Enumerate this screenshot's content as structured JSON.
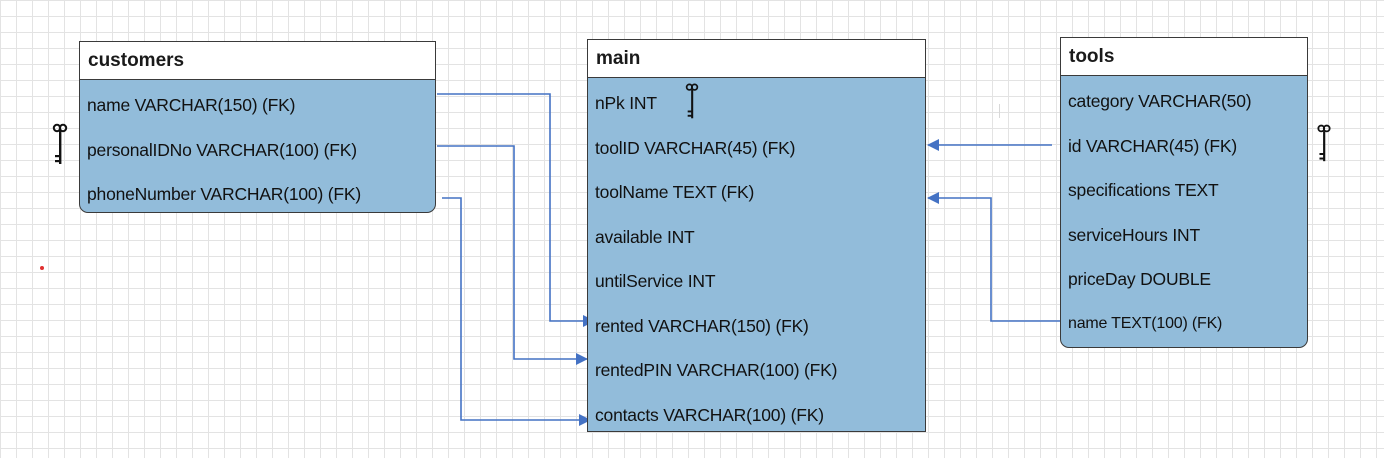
{
  "colors": {
    "table_body": "#92bcda",
    "table_border": "#3a3a3a",
    "connector": "#4472c4"
  },
  "tables": {
    "customers": {
      "title": "customers",
      "columns": [
        "name VARCHAR(150) (FK)",
        "personalIDNo VARCHAR(100) (FK)",
        "phoneNumber VARCHAR(100) (FK)"
      ]
    },
    "main": {
      "title": "main",
      "columns": [
        "nPk INT",
        "toolID VARCHAR(45) (FK)",
        "toolName TEXT (FK)",
        "available INT",
        "untilService INT",
        "rented VARCHAR(150) (FK)",
        "rentedPIN VARCHAR(100) (FK)",
        "contacts VARCHAR(100) (FK)"
      ]
    },
    "tools": {
      "title": "tools",
      "columns": [
        "category VARCHAR(50)",
        "id VARCHAR(45) (FK)",
        "specifications TEXT",
        "serviceHours INT",
        "priceDay DOUBLE",
        "name TEXT(100) (FK)"
      ]
    }
  },
  "relationships": [
    {
      "from": "customers.name",
      "to": "main.rented"
    },
    {
      "from": "customers.personalIDNo",
      "to": "main.rentedPIN"
    },
    {
      "from": "customers.phoneNumber",
      "to": "main.contacts"
    },
    {
      "from": "tools.id",
      "to": "main.toolID"
    },
    {
      "from": "tools.name",
      "to": "main.toolName"
    }
  ],
  "icons": {
    "primary_key": "key-icon"
  }
}
